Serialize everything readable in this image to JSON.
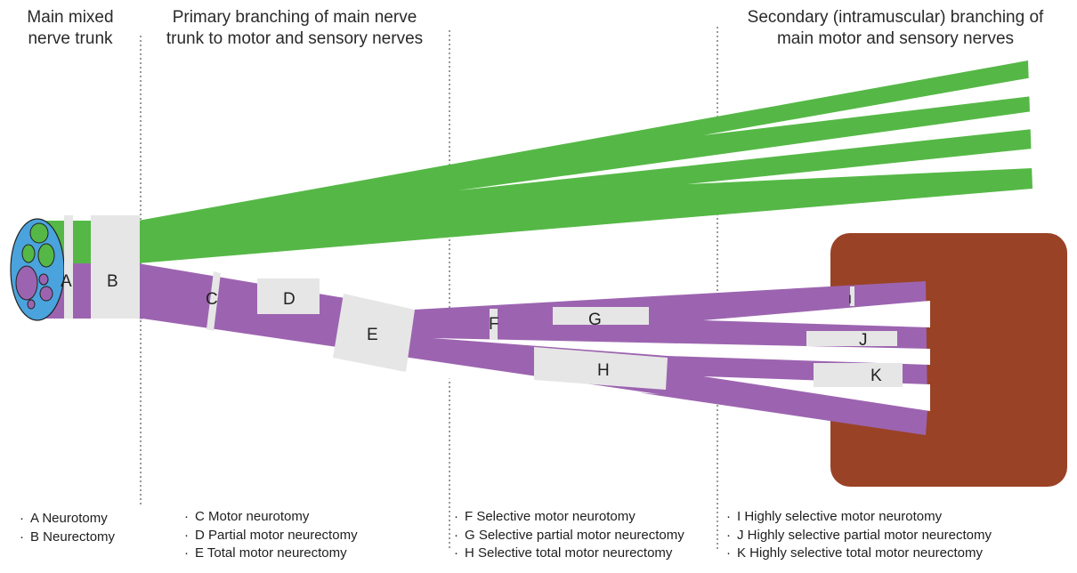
{
  "headers": {
    "trunk": "Main mixed\nnerve trunk",
    "primary": "Primary branching of main nerve\ntrunk to motor and sensory nerves",
    "secondary": "Secondary (intramuscular) branching of\nmain motor and sensory nerves"
  },
  "segment_labels": {
    "A": "A",
    "B": "B",
    "C": "C",
    "D": "D",
    "E": "E",
    "F": "F",
    "G": "G",
    "H": "H",
    "I": "I",
    "J": "J",
    "K": "K"
  },
  "legend": {
    "trunk": [
      "A Neurotomy",
      "B Neurectomy"
    ],
    "primary": [
      "C Motor neurotomy",
      "D Partial motor neurectomy",
      "E Total motor neurectomy"
    ],
    "secondary_motor": [
      "F Selective motor neurotomy",
      "G Selective partial motor neurectomy",
      "H Selective total motor neurectomy"
    ],
    "intramuscular": [
      "I Highly selective motor neurotomy",
      "J Highly selective partial motor neurectomy",
      "K Highly selective total motor neurectomy"
    ]
  },
  "colors": {
    "sensory_nerve": "#55b846",
    "motor_nerve": "#9c64b0",
    "muscle": "#9a4226",
    "epineurium": "#4aa3dc",
    "resection": "#e6e6e6"
  }
}
